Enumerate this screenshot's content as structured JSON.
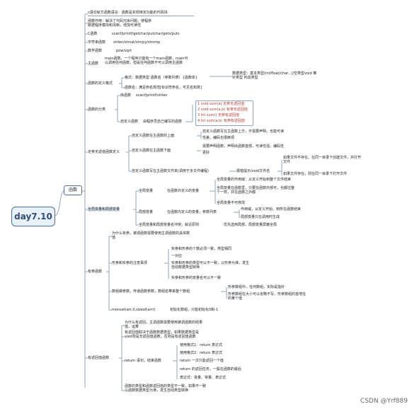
{
  "root": "day7.10",
  "main": "函数",
  "intro": {
    "c1": "c语句就方函数语言：函数是实现特定功能的代码块",
    "c2": "函数作用：解决了代码冗余问题，使程序\n数据程序模块和清晰，增加可读性",
    "c3": "C函数",
    "c3b": "scanf/printf/getchar/putchar/gets/puts",
    "c4": "字符串函数",
    "c4b": "strlen/strcat/strcpy/strcmp",
    "c5": "数学函数",
    "c5b": "pow/sqrt",
    "c6": "主函数",
    "c6b": "main函数，一个程序只能有一个main函数，main可\n以调用任何函数，但是任何函数不可以调用主函数"
  },
  "def": {
    "label": "函数的定义格式",
    "fmt": "格式：数据类型 函数名（参数列表）{函数体}",
    "fmt_note": "数据类型：基本类型(int/float/char...)/空类型void 推\n针类型 构造类型",
    "name": "函数名：满足命名规范[标识符命名，可见名知意]"
  },
  "classify": {
    "label": "函数的分类",
    "lib": "库函数",
    "lib_b": "scanf/printf/strlen",
    "custom": "自定义函数",
    "custom_b": "由程序员自己编写的函数",
    "code": [
      "1 void sum(a)    无参无返回值",
      "2 void sum(a,b)  有参无返回值",
      "3 int sum()      无参有返回值",
      "4 int sum(a,b)   有参有返回值"
    ]
  },
  "decl": {
    "label": "定参无返值函数定义",
    "a": "自定义函数在主函数的上面",
    "a1": "自定义函数写在主函数上方，不需要声明，也能可读",
    "a2": "性差，编码也很麻烦",
    "b": "自定义函数在主函数下面",
    "b1": "需要声明函数，声明出函数首部，可读性强，编码性",
    "b2": "更好",
    "c": "自定义函数写在主函数文件夹(调用于多文件编程)",
    "c1": "报错提示/void文件名",
    "c2": "如果文件不存在，在同一目录下创建文件，并打开\n文件",
    "c3": "如果文件存在，则在同一目录下打开文件"
  },
  "vars": {
    "label": "全局变量和局部变量",
    "g": "全局变量",
    "g_b": "在函数外定义的变量",
    "g1": "全局变量的作用域：从定义开始到整个文件结束",
    "g2": "全局变量在函数里，只要在函数外部可，也都往整\n个一样，并在函数之外都",
    "g3": "全局变量不可修改",
    "l": "局部变量",
    "l_b": "在函数内定义的变量，参数列表",
    "l1": "作用域，从定义开始，到所在函数结束",
    "l2": "局部变量只在调用时生成",
    "same": "全局变量和局部变量名冲突，就近原则",
    "same_b": "优先选用局部，局部变量屏蔽全局"
  },
  "params": {
    "label": "有参函数",
    "call": "为什么有参，被调函数需要使用主调函数的具体数\n值",
    "fp": "形参和实参的注意事项",
    "fp1": "实参和形参的个数必须一致，类型相同",
    "fp2": "一对应",
    "fp3": "实参和形参的类型可以不一致，以形参为准，发生\n自动数据类型转换",
    "fp4": "实参和形参的变量名可以不一致",
    "arr": "数组做参数，传递函数参数，数组名带来整个数组",
    "arr1": "形参数组中，任何数组，实际是指针",
    "arr2": "形参数组在大小可以省略不写，形参数组的首地址\n的某个值",
    "sizeof": "monset(arr,0,sizeof(arr))",
    "sizeof_b": "初始化数组，只能初始化0和-1"
  },
  "ret": {
    "label": "有返回值函数",
    "why": "为什么有返回，主调函数需要使用被调函数的结果\n值，运算",
    "type": "有返回值取决于函数数据类型，如果数据类型是\nvoid则是无返回值函数，否则是有返回值函数",
    "kw": "return  语句，结束函数",
    "kw1": "使用格式1：return  表达式",
    "kw2": "使用格式2：return  表达式",
    "kw3": "return  一次只能返回一个值",
    "kw4": "return  的返回任务，一般在函数的最后",
    "kw5": "表达式：变量、常量、表达式",
    "note": "函数的类型和函数返回值的类型不一致，如果不一致\n以函数数据类型为准，发生自动类型转换"
  },
  "watermark": "CSDN @Yrf889",
  "colors": {
    "line": "#8ea6bd",
    "root": "#4a6fa0",
    "accent": "#c0392b"
  }
}
